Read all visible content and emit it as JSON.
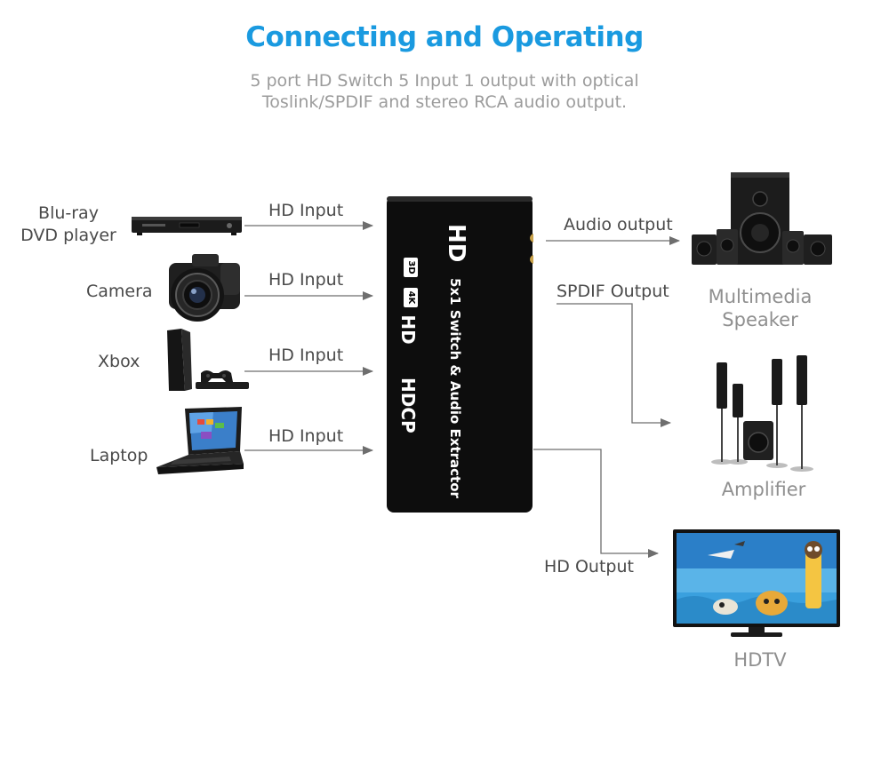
{
  "header": {
    "title": "Connecting and Operating",
    "subtitle_line1": "5 port HD Switch 5 Input 1 output with optical",
    "subtitle_line2": "Toslink/SPDIF and stereo RCA audio output."
  },
  "sources": [
    {
      "line1": "Blu-ray",
      "line2": "DVD player",
      "connection": "HD Input",
      "icon": "dvd-player-icon"
    },
    {
      "line1": "Camera",
      "connection": "HD Input",
      "icon": "camera-icon"
    },
    {
      "line1": "Xbox",
      "connection": "HD Input",
      "icon": "game-console-icon"
    },
    {
      "line1": "Laptop",
      "connection": "HD Input",
      "icon": "laptop-icon"
    }
  ],
  "device": {
    "logo": "HD",
    "badge_3d": "3D",
    "badge_4k": "4K",
    "badge_hd": "HD",
    "hdcp": "HDCP",
    "name": "5x1 Switch & Audio Extractor"
  },
  "outputs": [
    {
      "connection": "Audio output",
      "target_line1": "Multimedia",
      "target_line2": "Speaker",
      "icon": "speaker-system-icon"
    },
    {
      "connection": "SPDIF Output",
      "target_line1": "Amplifier",
      "icon": "amplifier-speakers-icon"
    },
    {
      "connection": "HD Output",
      "target_line1": "HDTV",
      "icon": "hdtv-icon"
    }
  ],
  "colors": {
    "title": "#1a9ae0",
    "subtitle": "#9c9c9c",
    "label": "#4a4a4a",
    "target_label": "#8f8f8f",
    "wire": "#6e6e6e",
    "device_body": "#0d0d0d"
  }
}
